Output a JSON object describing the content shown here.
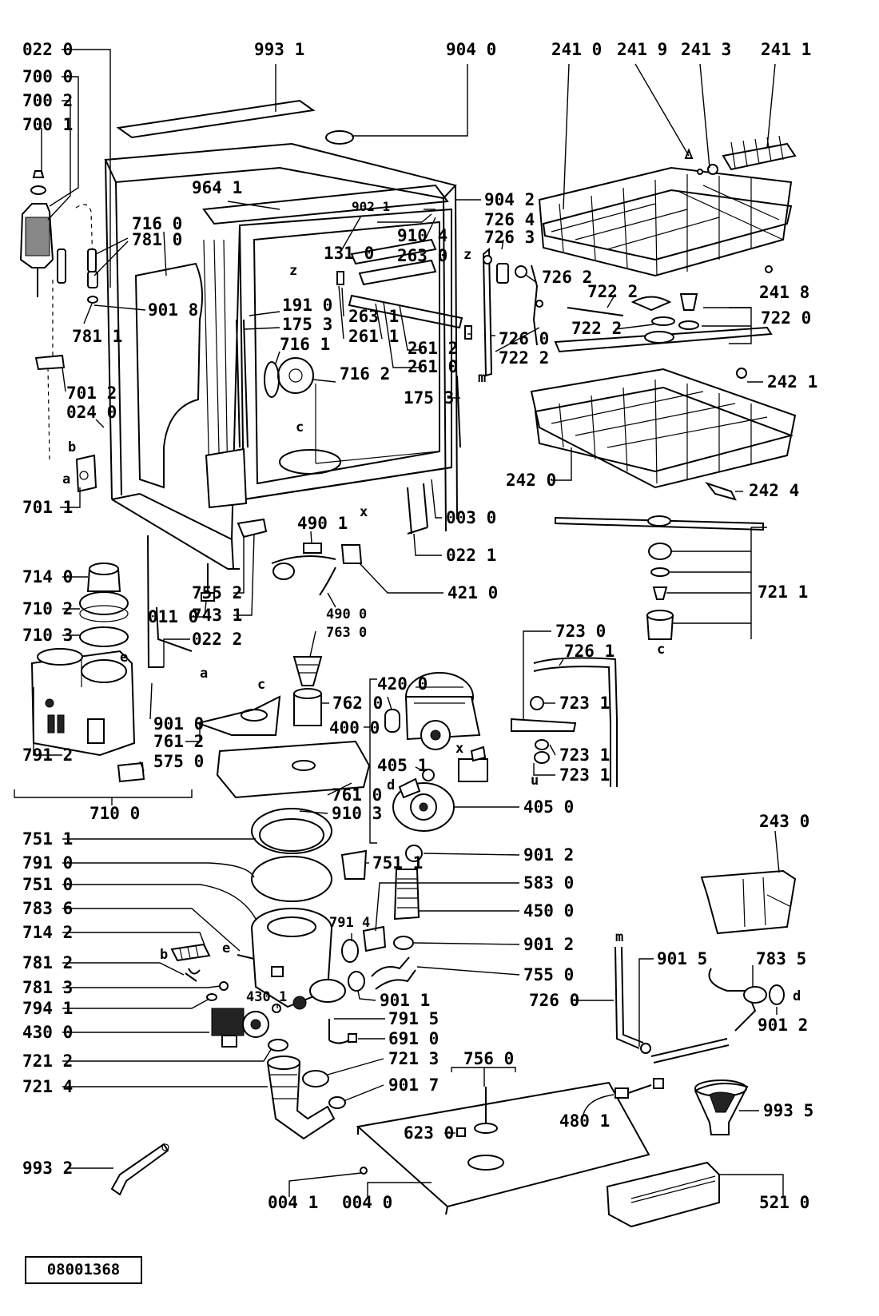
{
  "document_number": "08001368",
  "labels": {
    "l0220": "022 0",
    "l7000": "700 0",
    "l7002": "700 2",
    "l7001": "700 1",
    "l9931": "993 1",
    "l9040": "904 0",
    "l2410": "241 0",
    "l2419": "241 9",
    "l2413": "241 3",
    "l2411": "241 1",
    "l9641": "964 1",
    "l9021": "902 1",
    "l9042": "904 2",
    "l7264": "726 4",
    "l7263": "726 3",
    "l9104": "910 4",
    "l2630": "263 0",
    "l1310": "131 0",
    "l7160": "716 0",
    "l7810": "781 0",
    "l9018": "901 8",
    "l7811": "781 1",
    "l1910": "191 0",
    "l1753a": "175 3",
    "l2631": "263 1",
    "l2611": "261 1",
    "l2612": "261 2",
    "l2610": "261 0",
    "l7262": "726 2",
    "l7222a": "722 2",
    "l2418": "241 8",
    "l7220": "722 0",
    "l7222b": "722 2",
    "l7260a": "726 0",
    "l7222c": "722 2",
    "l7161": "716 1",
    "l7162": "716 2",
    "l1753b": "175 3",
    "l2421": "242 1",
    "l7012": "701 2",
    "l0240": "024 0",
    "l7011": "701 1",
    "l0030": "003 0",
    "l2420": "242 0",
    "l2424": "242 4",
    "l4901": "490 1",
    "l0221": "022 1",
    "l7552": "755 2",
    "l7431": "743 1",
    "l4210": "421 0",
    "l7211": "721 1",
    "l7140": "714 0",
    "l7102": "710 2",
    "l7103": "710 3",
    "l0110": "011 0",
    "l0222": "022 2",
    "l4900": "490 0",
    "l7630": "763 0",
    "l7230": "723 0",
    "l7261": "726 1",
    "l7231a": "723 1",
    "l7231b": "723 1",
    "l7231c": "723 1",
    "l4200": "420 0",
    "l4000": "400 0",
    "l7620": "762 0",
    "l9010": "901 0",
    "l7612": "761 2",
    "l7912": "791 2",
    "l5750": "575 0",
    "l7100": "710 0",
    "l4051": "405 1",
    "l7610": "761 0",
    "l9103": "910 3",
    "l4050": "405 0",
    "l7511a": "751 1",
    "l7511b": "751 1",
    "l7910": "791 0",
    "l7510": "751 0",
    "l7836": "783 6",
    "l7142": "714 2",
    "l7812": "781 2",
    "l7813": "781 3",
    "l7941": "794 1",
    "l4300": "430 0",
    "l7212": "721 2",
    "l7214": "721 4",
    "l9932": "993 2",
    "l9012a": "901 2",
    "l5830": "583 0",
    "l4500": "450 0",
    "l7914": "791 4",
    "l9012b": "901 2",
    "l7550": "755 0",
    "l9011": "901 1",
    "l4301": "430 1",
    "l7915": "791 5",
    "l6910": "691 0",
    "l7213": "721 3",
    "l7560": "756 0",
    "l9017": "901 7",
    "l2430": "243 0",
    "l9015": "901 5",
    "l7835": "783 5",
    "l7260b": "726 0",
    "l9012c": "901 2",
    "l9935": "993 5",
    "l4801": "480 1",
    "l6230": "623 0",
    "l0041": "004 1",
    "l0040": "004 0",
    "l5210": "521 0"
  },
  "letters": {
    "z1": "z",
    "z2": "z",
    "c1": "c",
    "c2": "c",
    "c3": "c",
    "b1": "b",
    "b2": "b",
    "a1": "a",
    "a2": "a",
    "x1": "x",
    "x2": "x",
    "m1": "m",
    "m2": "m",
    "e1": "e",
    "e2": "e",
    "d1": "d",
    "d2": "d",
    "u1": "u"
  }
}
